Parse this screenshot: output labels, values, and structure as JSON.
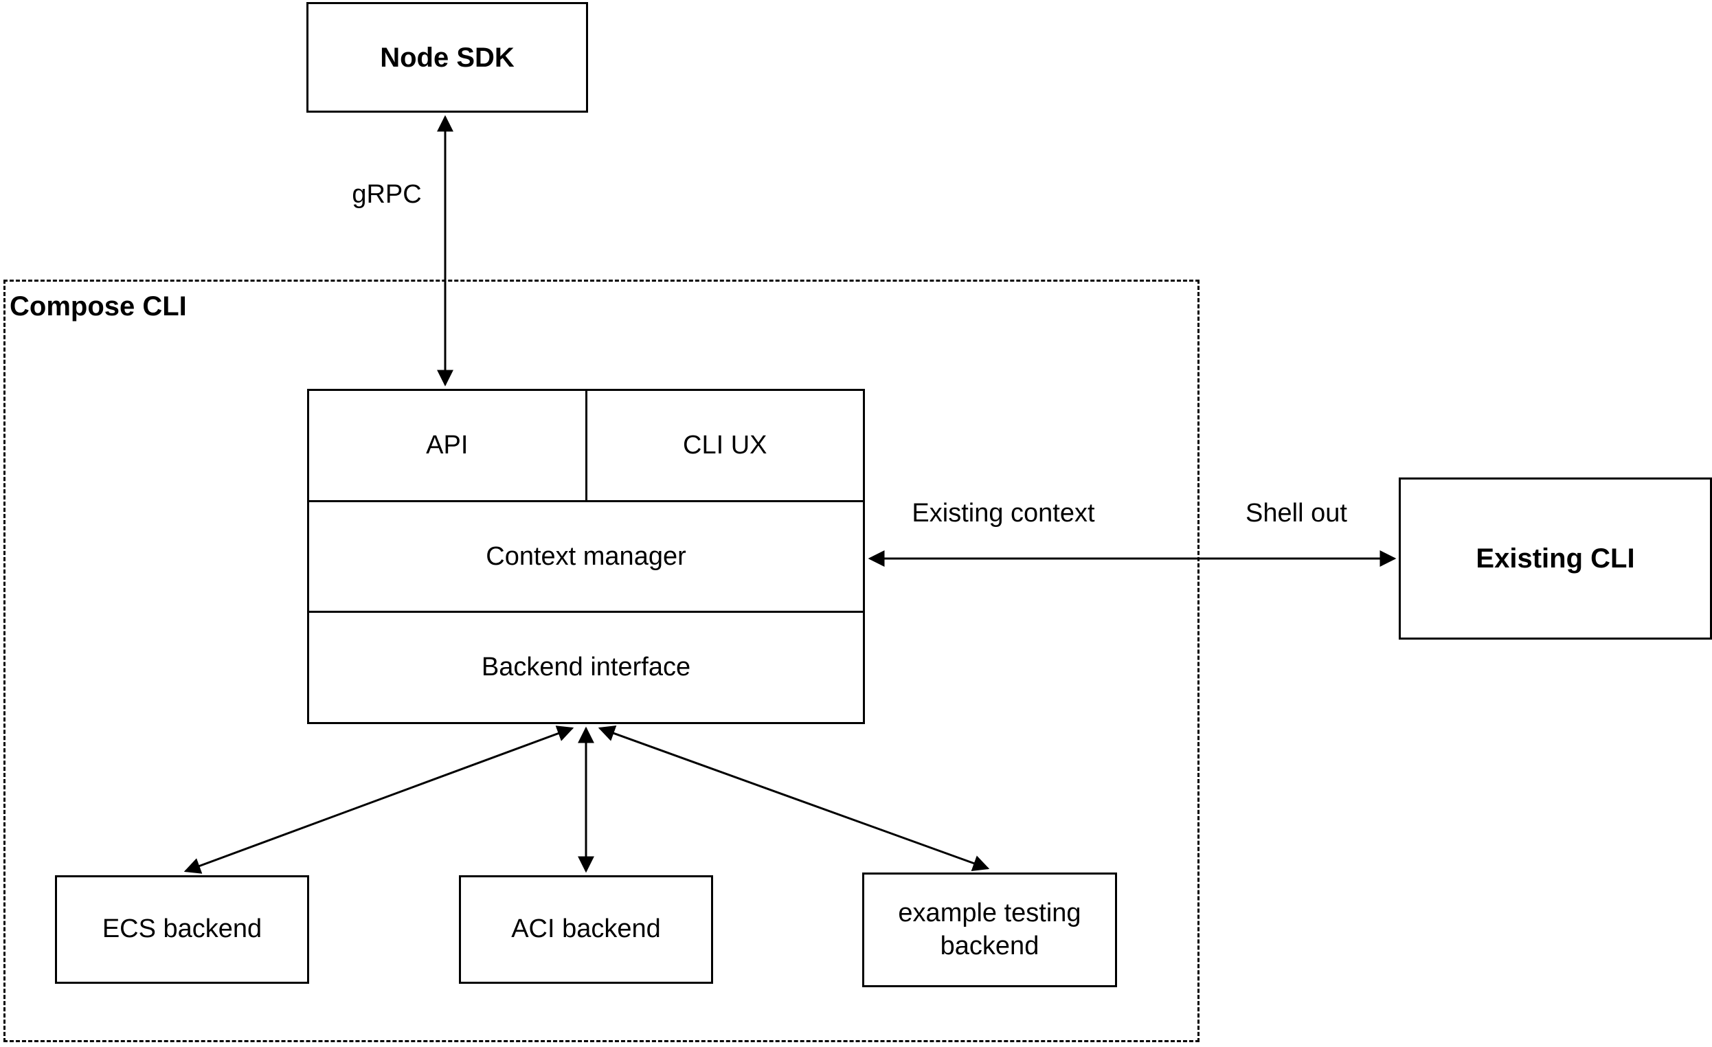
{
  "diagram": {
    "nodes": {
      "node_sdk": "Node SDK",
      "compose_cli": "Compose CLI",
      "api": "API",
      "cli_ux": "CLI UX",
      "context_manager": "Context manager",
      "backend_interface": "Backend interface",
      "existing_cli": "Existing CLI",
      "ecs_backend": "ECS backend",
      "aci_backend": "ACI backend",
      "example_testing_backend": "example testing backend"
    },
    "edge_labels": {
      "grpc": "gRPC",
      "existing_context": "Existing context",
      "shell_out": "Shell out"
    },
    "colors": {
      "stroke": "#000000",
      "background": "#ffffff"
    }
  }
}
